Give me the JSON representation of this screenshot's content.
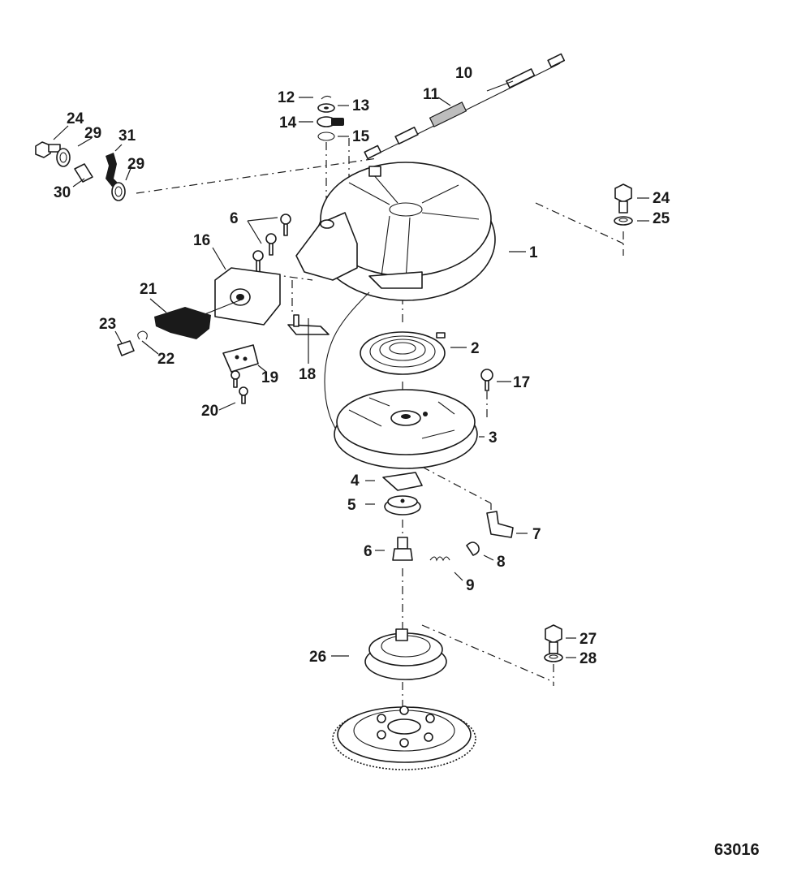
{
  "figure_number": "63016",
  "callouts": {
    "c1": "1",
    "c2": "2",
    "c3": "3",
    "c4": "4",
    "c5": "5",
    "c6a": "6",
    "c6b": "6",
    "c7": "7",
    "c8": "8",
    "c9": "9",
    "c10": "10",
    "c11": "11",
    "c12": "12",
    "c13": "13",
    "c14": "14",
    "c15": "15",
    "c16": "16",
    "c17": "17",
    "c18": "18",
    "c19": "19",
    "c20": "20",
    "c21": "21",
    "c22": "22",
    "c23": "23",
    "c24a": "24",
    "c24b": "24",
    "c25": "25",
    "c26": "26",
    "c27": "27",
    "c28": "28",
    "c29a": "29",
    "c29b": "29",
    "c30": "30",
    "c31": "31"
  }
}
